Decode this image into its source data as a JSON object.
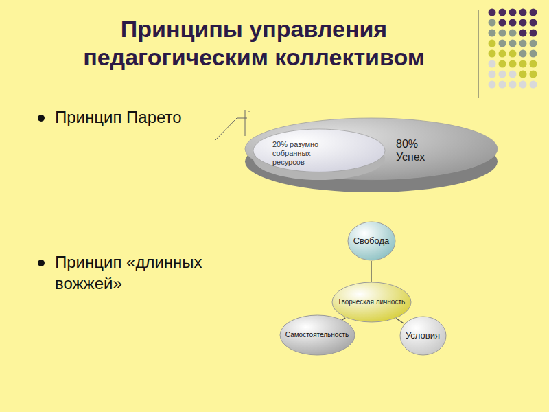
{
  "diagram": {
    "title": "Принципы управления педагогическим коллективом",
    "nodes": [
      {
        "text": [
          "80% Успех"
        ]
      },
      {
        "text": [
          "20% разумно собранных ресурсов"
        ],
        "in": 0
      },
      {
        "text": [
          "Свобода"
        ]
      },
      {
        "text": [
          "Творческая личность"
        ]
      },
      {
        "text": [
          "Самостоятельность"
        ]
      },
      {
        "text": [
          "Условия"
        ]
      }
    ],
    "edges": [
      {
        "from": 3,
        "to": 2,
        "arrow": "none"
      },
      {
        "from": 3,
        "to": 4,
        "arrow": "none"
      },
      {
        "from": 3,
        "to": 5,
        "arrow": "none"
      }
    ],
    "labels": [
      "Принцип Парето",
      "Принцип «длинных вожжей»"
    ]
  }
}
